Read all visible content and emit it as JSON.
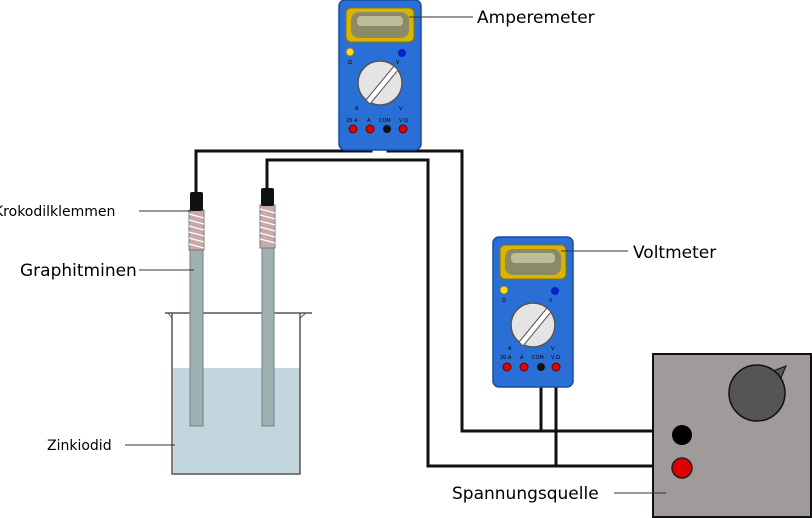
{
  "labels": {
    "amperemeter": "Amperemeter",
    "voltmeter": "Voltmeter",
    "krokodilklemmen": "Krokodilklemmen",
    "graphitminen": "Graphitminen",
    "zinkiodid": "Zinkiodid",
    "spannungsquelle": "Spannungsquelle"
  },
  "meter_terminals": {
    "t20a": "20 A",
    "ta": "A",
    "tcom": "COM",
    "tvo": "V Ω"
  },
  "meter_marks": {
    "ohm": "Ω",
    "a": "A",
    "v": "V"
  },
  "colors": {
    "meter_body": "#2a6fd6",
    "meter_screen": "#8a8a66",
    "meter_bezel": "#d9b400",
    "source_box": "#a09a9a",
    "liquid": "#c3d6dd",
    "electrode": "#9fb0b0",
    "terminal_red": "#e00000",
    "terminal_black": "#000000"
  }
}
